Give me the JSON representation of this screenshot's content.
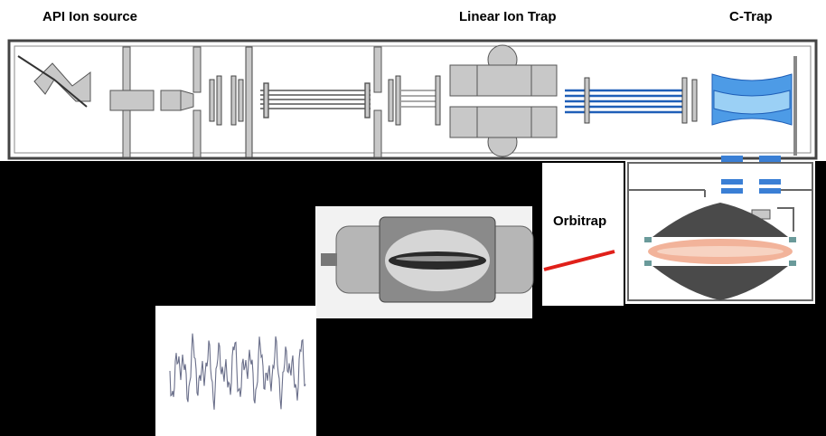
{
  "labels": {
    "api_ion_source": "API Ion source",
    "linear_ion_trap": "Linear Ion Trap",
    "c_trap": "C-Trap",
    "orbitrap": "Orbitrap"
  },
  "colors": {
    "background": "#000000",
    "instrument_gray": "#c8c8c8",
    "ion_optics_blue": "#3a7fd5",
    "c_trap_blue": "#4d9be6",
    "beam_salmon": "#f2b39a",
    "connector_red": "#e0201a"
  }
}
